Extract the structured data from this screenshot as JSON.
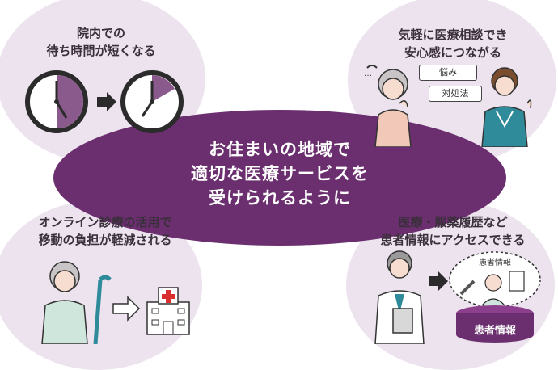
{
  "center": {
    "line1": "お住まいの地域で",
    "line2": "適切な医療サービスを",
    "line3": "受けられるように"
  },
  "top_left": {
    "title1": "院内での",
    "title2": "待ち時間が短くなる",
    "icon": "clock-icon"
  },
  "top_right": {
    "title1": "気軽に医療相談でき",
    "title2": "安心感につながる",
    "bubble1": "悩み",
    "bubble2": "対処法"
  },
  "bottom_left": {
    "title1": "オンライン診療の活用で",
    "title2": "移動の負担が軽減される"
  },
  "bottom_right": {
    "title1": "医療・服薬履歴など",
    "title2": "患者情報にアクセスできる",
    "cloud_label": "患者情報",
    "db_label": "患者情報"
  },
  "colors": {
    "purple": "#6b2f6f",
    "light_purple": "#ece3ee",
    "clock_fill": "#8b5a8c",
    "teal": "#2f8a9a"
  }
}
